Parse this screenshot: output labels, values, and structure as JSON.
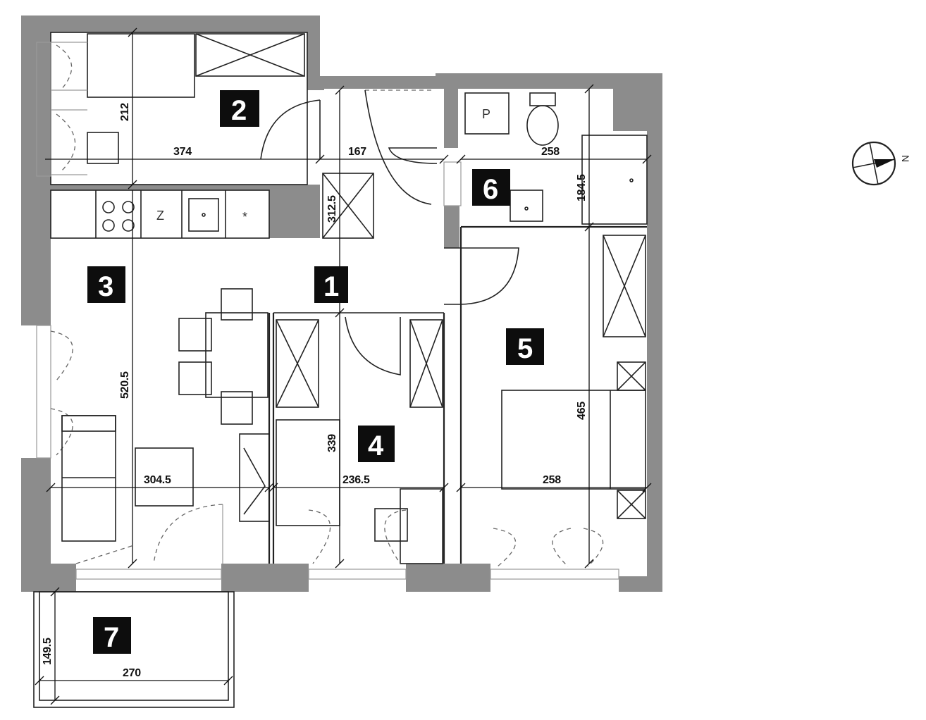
{
  "rooms": [
    {
      "number": "1"
    },
    {
      "number": "2"
    },
    {
      "number": "3"
    },
    {
      "number": "4"
    },
    {
      "number": "5"
    },
    {
      "number": "6"
    },
    {
      "number": "7"
    }
  ],
  "dimensions": {
    "d374": "374",
    "d212": "212",
    "d167": "167",
    "d3125": "312.5",
    "d258_top": "258",
    "d1845": "184.5",
    "d5205": "520.5",
    "d3045": "304.5",
    "d339": "339",
    "d2365": "236.5",
    "d465": "465",
    "d258_bottom": "258",
    "d1495": "149.5",
    "d270": "270"
  },
  "fixtures": {
    "washer_letter": "P",
    "fridge_letter": "Z",
    "freezer_symbol": "*"
  },
  "colors": {
    "wall": "#8c8c8c",
    "badge": "#0d0d0d",
    "line": "#222222"
  },
  "icons": {
    "compass": "compass-north-icon",
    "north_label": "N"
  }
}
